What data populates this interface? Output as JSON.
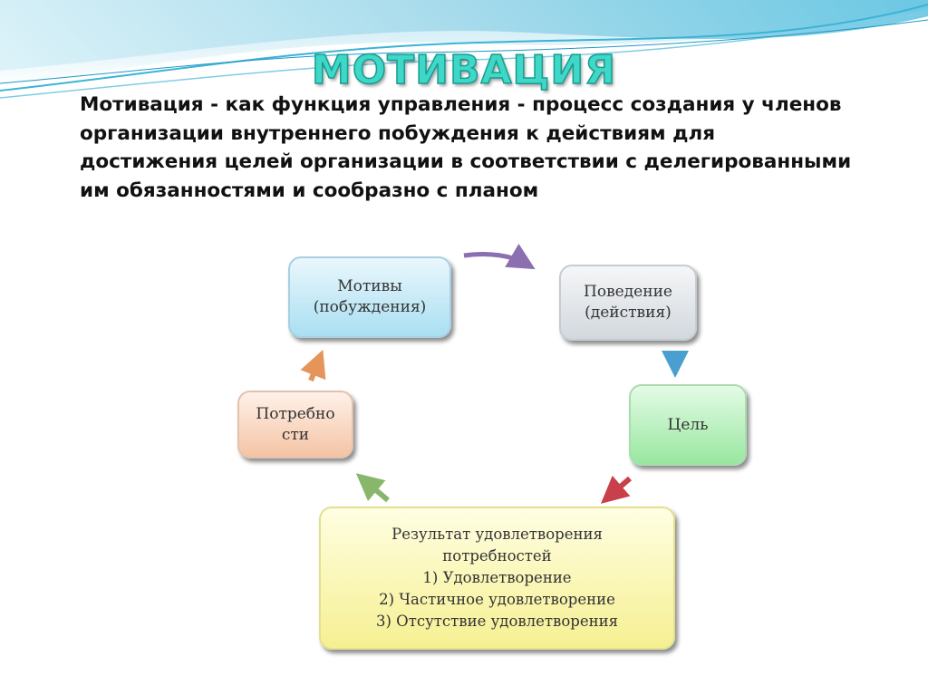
{
  "slide": {
    "title": "МОТИВАЦИЯ",
    "definition": "Мотивация - как функция управления - процесс создания у членов организации внутреннего побуждения к действиям для достижения целей организации в соответствии с делегированными им обязанностями и сообразно с планом"
  },
  "diagram": {
    "motives": [
      "Мотивы",
      "(побуждения)"
    ],
    "behavior": [
      "Поведение",
      "(действия)"
    ],
    "goal": [
      "Цель"
    ],
    "needs": [
      "Потребно",
      "сти"
    ],
    "result": [
      "Результат удовлетворения",
      "потребностей",
      "1) Удовлетворение",
      "2) Частичное удовлетворение",
      "3) Отсутствие удовлетворения"
    ]
  },
  "colors": {
    "title": "#3fd7c8",
    "wave": "#3bb3d6",
    "arrow_purple": "#8b6fb0",
    "arrow_blue": "#4a9fd0",
    "arrow_red": "#c8404a",
    "arrow_green": "#88b66a",
    "arrow_orange": "#e6955a"
  }
}
